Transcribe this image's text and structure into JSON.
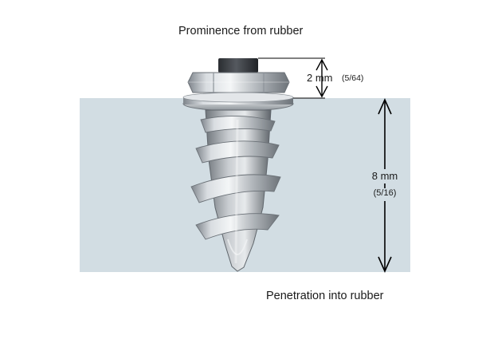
{
  "labels": {
    "prominence": "Prominence from rubber",
    "penetration": "Penetration into rubber"
  },
  "dimensions": {
    "prominence_value": "2 mm",
    "prominence_fraction": "(5/64)",
    "penetration_value": "8 mm",
    "penetration_fraction": "(5/16)"
  },
  "colors": {
    "rubber": "#d2dde3",
    "metal": "#b9bcc0",
    "tip_cap": "#3a3d42",
    "arrow": "#000000"
  }
}
